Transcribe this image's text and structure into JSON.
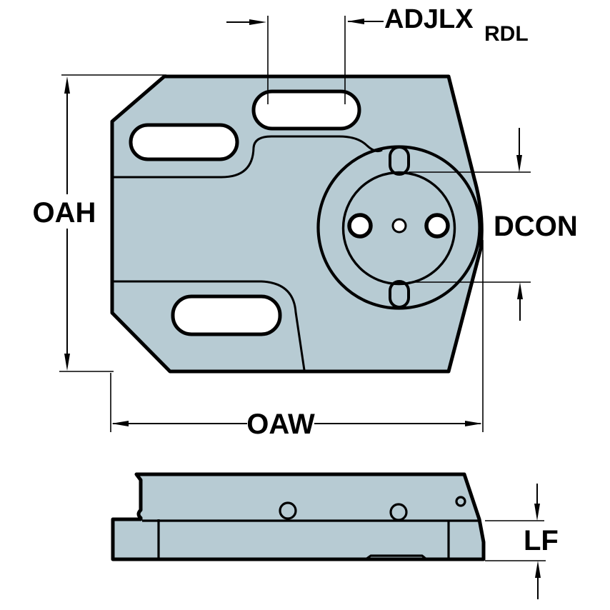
{
  "colors": {
    "background": "#ffffff",
    "part_fill": "#b7cbd3",
    "line": "#000000"
  },
  "dimension_labels": {
    "adjlx_main": "ADJLX",
    "adjlx_sub": "RDL",
    "oah": "OAH",
    "oaw": "OAW",
    "dcon": "DCON",
    "lf": "LF"
  }
}
